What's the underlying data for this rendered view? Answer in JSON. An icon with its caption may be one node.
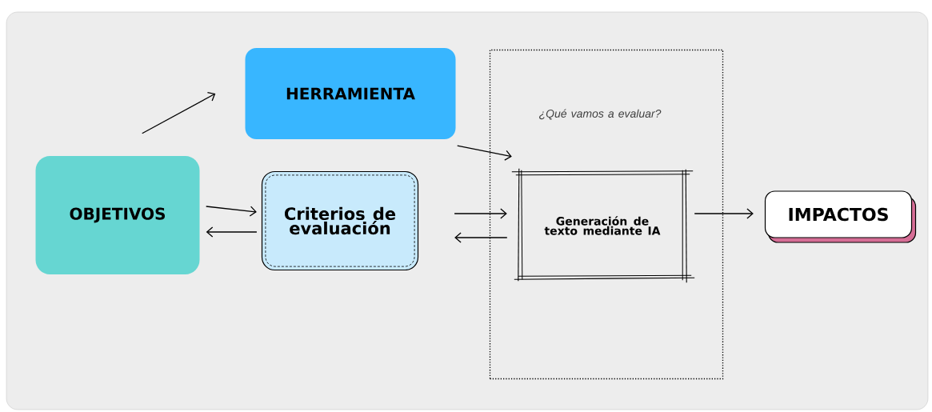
{
  "diagram": {
    "nodes": [
      {
        "text": [
          "OBJETIVOS"
        ]
      },
      {
        "text": [
          "HERRAMIENTA"
        ]
      },
      {
        "text": [
          "Criterios de evaluación"
        ]
      },
      {
        "text": [
          "¿Qué vamos a evaluar?"
        ]
      },
      {
        "text": [
          "Generación de texto mediante IA"
        ],
        "in": 3
      },
      {
        "text": [
          "IMPACTOS"
        ]
      }
    ],
    "edges": [
      {
        "from": 0,
        "to": 1,
        "arrow": "to"
      },
      {
        "from": 0,
        "to": 2,
        "arrow": "to"
      },
      {
        "from": 2,
        "to": 0,
        "arrow": "to"
      },
      {
        "from": 1,
        "to": 4,
        "arrow": "to"
      },
      {
        "from": 2,
        "to": 4,
        "arrow": "to"
      },
      {
        "from": 4,
        "to": 2,
        "arrow": "to"
      },
      {
        "from": 4,
        "to": 5,
        "arrow": "to"
      }
    ]
  }
}
